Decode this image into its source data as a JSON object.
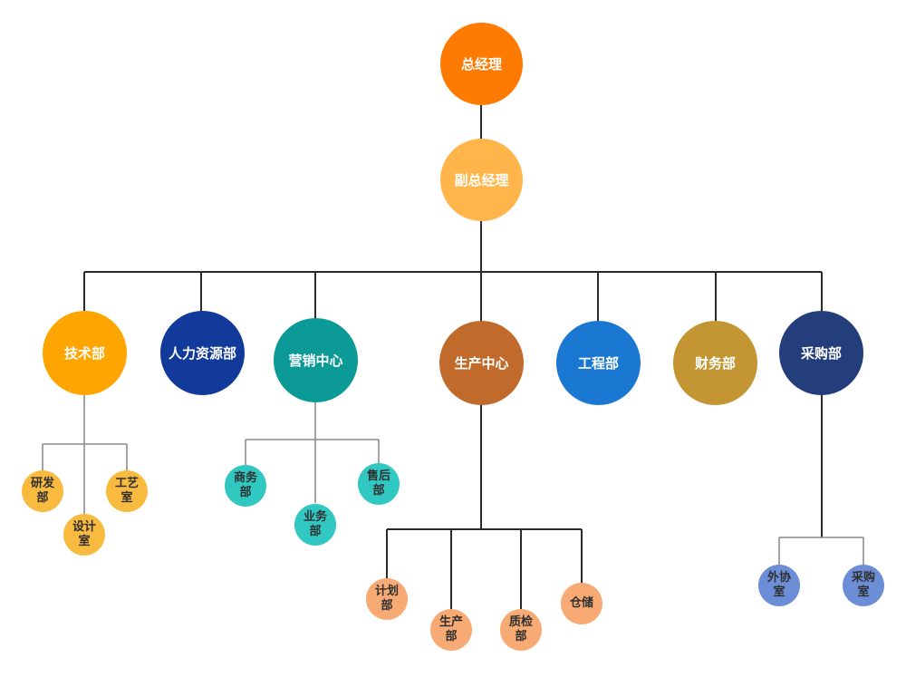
{
  "nodes": {
    "gm": "总经理",
    "dgm": "副总经理",
    "tech": "技术部",
    "hr": "人力资源部",
    "marketing": "营销中心",
    "production": "生产中心",
    "engineering": "工程部",
    "finance": "财务部",
    "procurement": "采购部",
    "rnd": "研发部",
    "process_room": "工艺室",
    "design_room": "设计室",
    "business": "商务部",
    "sales": "业务部",
    "after_sales": "售后部",
    "planning": "计划部",
    "manufacturing": "生产部",
    "qc": "质检部",
    "warehouse": "仓储",
    "outsourcing": "外协室",
    "purchasing_room": "采购室"
  },
  "colors": {
    "gm": "#FF7A00",
    "dgm": "#FFB54A",
    "tech": "#FFA500",
    "hr": "#123A9B",
    "marketing": "#0C9A96",
    "production": "#C06A2C",
    "engineering": "#1B78D2",
    "finance": "#C39533",
    "procurement": "#233E7B",
    "tech_children": "#F9BA40",
    "marketing_children": "#32C8C2",
    "production_children": "#F8AA74",
    "procurement_children": "#6C8ED6"
  }
}
